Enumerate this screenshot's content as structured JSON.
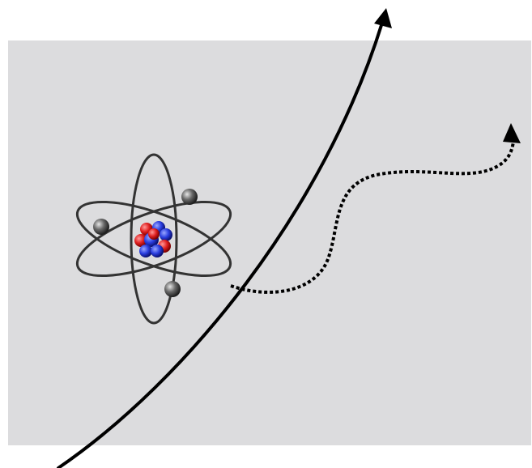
{
  "colors": {
    "background": "#ffffff",
    "panel": "#dcdcde",
    "stroke": "#000000",
    "orbit": "#333333",
    "proton": "#e02020",
    "neutron": "#2a3ee0",
    "electron": "#555555"
  },
  "elements": {
    "atom": "atom-illustration",
    "incident_path": "solid-curved-arrow",
    "emitted_path": "dotted-wavy-arrow"
  }
}
